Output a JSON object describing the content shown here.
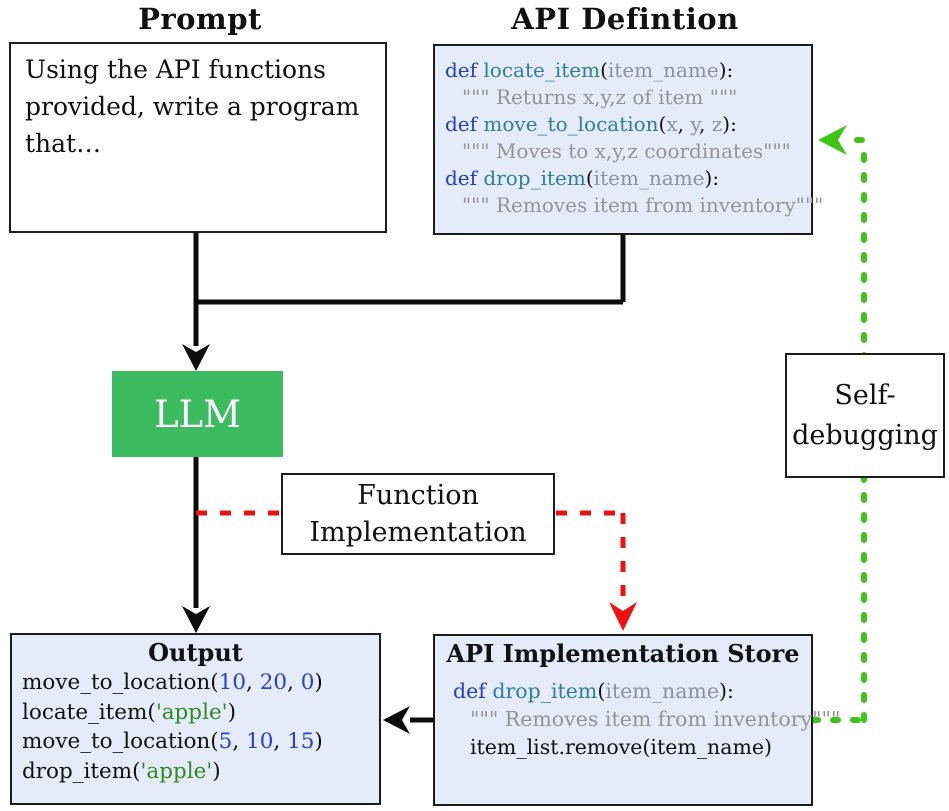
{
  "titles": {
    "prompt": "Prompt",
    "api_definition": "API Defintion"
  },
  "prompt_box": {
    "text": "Using the API functions provided, write a program that…"
  },
  "api_definition_box": {
    "code": [
      {
        "indent": false,
        "tokens": [
          {
            "t": "def ",
            "c": "kw"
          },
          {
            "t": "locate_item",
            "c": "fn"
          },
          {
            "t": "(",
            "c": "pl"
          },
          {
            "t": "item_name",
            "c": "par"
          },
          {
            "t": "):",
            "c": "pl"
          }
        ]
      },
      {
        "indent": true,
        "tokens": [
          {
            "t": "\"\"\" Returns x,y,z of item \"\"\"",
            "c": "doc"
          }
        ]
      },
      {
        "indent": false,
        "tokens": [
          {
            "t": "def ",
            "c": "kw"
          },
          {
            "t": "move_to_location",
            "c": "fn"
          },
          {
            "t": "(",
            "c": "pl"
          },
          {
            "t": "x",
            "c": "par"
          },
          {
            "t": ", ",
            "c": "pl"
          },
          {
            "t": "y",
            "c": "par"
          },
          {
            "t": ", ",
            "c": "pl"
          },
          {
            "t": "z",
            "c": "par"
          },
          {
            "t": "):",
            "c": "pl"
          }
        ]
      },
      {
        "indent": true,
        "tokens": [
          {
            "t": "\"\"\" Moves to x,y,z coordinates\"\"\"",
            "c": "doc"
          }
        ]
      },
      {
        "indent": false,
        "tokens": [
          {
            "t": "def ",
            "c": "kw"
          },
          {
            "t": "drop_item",
            "c": "fn"
          },
          {
            "t": "(",
            "c": "pl"
          },
          {
            "t": "item_name",
            "c": "par"
          },
          {
            "t": "):",
            "c": "pl"
          }
        ]
      },
      {
        "indent": true,
        "tokens": [
          {
            "t": "\"\"\" Removes item from inventory\"\"\"",
            "c": "doc"
          }
        ]
      }
    ]
  },
  "llm_box": {
    "label": "LLM"
  },
  "function_implementation_box": {
    "lines": [
      "Function",
      "Implementation"
    ]
  },
  "self_debugging_box": {
    "lines": [
      "Self-",
      "debugging"
    ]
  },
  "output_box": {
    "title": "Output",
    "code": [
      {
        "indent": false,
        "tokens": [
          {
            "t": "move_to_location(",
            "c": "pl"
          },
          {
            "t": "10",
            "c": "num"
          },
          {
            "t": ", ",
            "c": "pl"
          },
          {
            "t": "20",
            "c": "num"
          },
          {
            "t": ", ",
            "c": "pl"
          },
          {
            "t": "0",
            "c": "num"
          },
          {
            "t": ")",
            "c": "pl"
          }
        ]
      },
      {
        "indent": false,
        "tokens": [
          {
            "t": "locate_item(",
            "c": "pl"
          },
          {
            "t": "'apple'",
            "c": "str"
          },
          {
            "t": ")",
            "c": "pl"
          }
        ]
      },
      {
        "indent": false,
        "tokens": [
          {
            "t": "move_to_location(",
            "c": "pl"
          },
          {
            "t": "5",
            "c": "num"
          },
          {
            "t": ", ",
            "c": "pl"
          },
          {
            "t": "10",
            "c": "num"
          },
          {
            "t": ", ",
            "c": "pl"
          },
          {
            "t": "15",
            "c": "num"
          },
          {
            "t": ")",
            "c": "pl"
          }
        ]
      },
      {
        "indent": false,
        "tokens": [
          {
            "t": "drop_item(",
            "c": "pl"
          },
          {
            "t": "'apple'",
            "c": "str"
          },
          {
            "t": ")",
            "c": "pl"
          }
        ]
      }
    ]
  },
  "api_store_box": {
    "title": "API Implementation Store",
    "code": [
      {
        "indent": false,
        "tokens": [
          {
            "t": "def ",
            "c": "kw"
          },
          {
            "t": "drop_item",
            "c": "fn"
          },
          {
            "t": "(",
            "c": "pl"
          },
          {
            "t": "item_name",
            "c": "par"
          },
          {
            "t": "):",
            "c": "pl"
          }
        ]
      },
      {
        "indent": true,
        "tokens": [
          {
            "t": "\"\"\" Removes item from inventory\"\"\"",
            "c": "doc"
          }
        ]
      },
      {
        "indent": true,
        "tokens": [
          {
            "t": "item_list.remove(item_name)",
            "c": "pl"
          }
        ]
      }
    ]
  },
  "edges": [
    {
      "from": "prompt-box",
      "to": "llm-box",
      "style": "solid",
      "color": "black"
    },
    {
      "from": "api-definition-box",
      "to": "llm-box",
      "style": "solid",
      "color": "black"
    },
    {
      "from": "llm-box",
      "to": "output-box",
      "style": "solid",
      "color": "black"
    },
    {
      "from": "llm-box",
      "to": "api-implementation-store-box",
      "style": "dashed",
      "color": "red",
      "label": "Function Implementation"
    },
    {
      "from": "api-implementation-store-box",
      "to": "output-box",
      "style": "solid",
      "color": "black"
    },
    {
      "from": "api-implementation-store-box",
      "to": "api-definition-box",
      "style": "dotted",
      "color": "green",
      "label": "Self-debugging"
    }
  ],
  "colors": {
    "code_box_bg": "#e5ebf9",
    "llm_green": "#3cbb60",
    "flow_black": "#0d0d0d",
    "red_dashed": "#ee1111",
    "green_dotted": "#3fc318",
    "keyword_blue": "#2040c8",
    "function_teal": "#2e7f9b",
    "param_gray": "#8c929c",
    "docstring_gray": "#949494",
    "number_blue": "#2743d0",
    "string_green": "#2e8b22"
  }
}
